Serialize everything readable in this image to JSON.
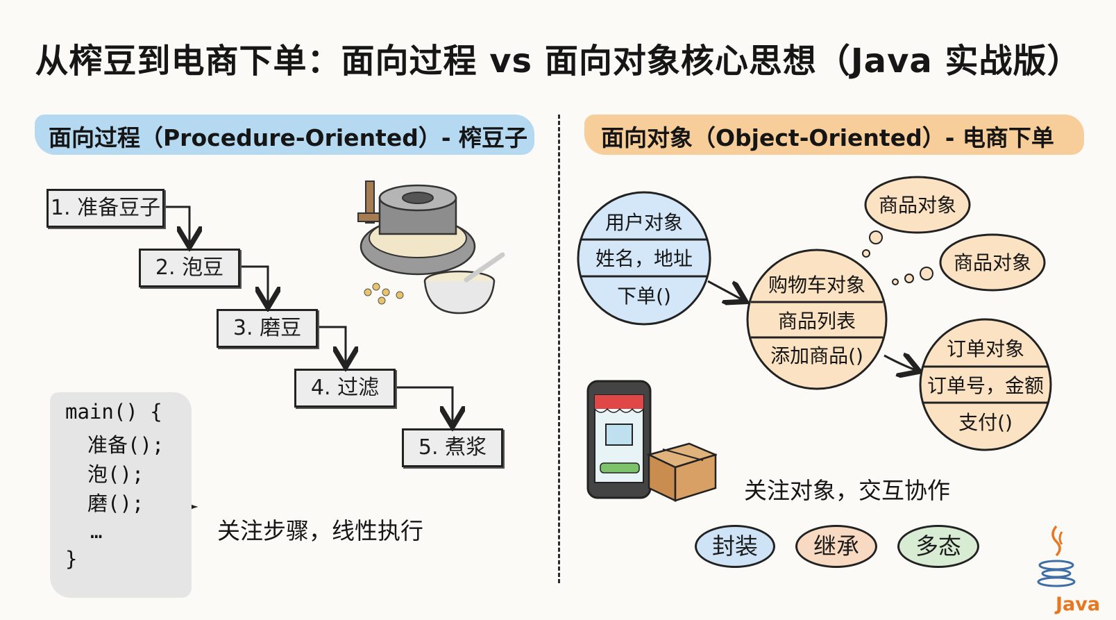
{
  "title": "从榨豆到电商下单：面向过程 vs 面向对象核心思想（Java 实战版）",
  "left": {
    "heading": "面向过程（Procedure-Oriented）- 榨豆子",
    "steps": [
      "1. 准备豆子",
      "2. 泡豆",
      "3. 磨豆",
      "4. 过滤",
      "5. 煮浆"
    ],
    "code": [
      "main() {",
      "准备();",
      "泡();",
      "磨();",
      "…",
      "}"
    ],
    "note": "关注步骤，线性执行"
  },
  "right": {
    "heading": "面向对象（Object-Oriented）- 电商下单",
    "user_object": {
      "name": "用户对象",
      "fields": "姓名，地址",
      "method": "下单()"
    },
    "cart_object": {
      "name": "购物车对象",
      "fields": "商品列表",
      "method": "添加商品()"
    },
    "order_object": {
      "name": "订单对象",
      "fields": "订单号，金额",
      "method": "支付()"
    },
    "product_bubbles": [
      "商品对象",
      "商品对象"
    ],
    "note": "关注对象，交互协作",
    "pillars": [
      "封装",
      "继承",
      "多态"
    ],
    "pillar_colors": [
      "#cfe3f6",
      "#f8d9c2",
      "#d8ebd3"
    ]
  },
  "logo": {
    "label": "Java",
    "icon": "java-cup-icon"
  },
  "colors": {
    "blue_band": "#a8d2f0",
    "orange_band": "#f6c48a",
    "user": "#d3e7f8",
    "cart": "#fbe2c2",
    "order": "#fbe2c2"
  }
}
